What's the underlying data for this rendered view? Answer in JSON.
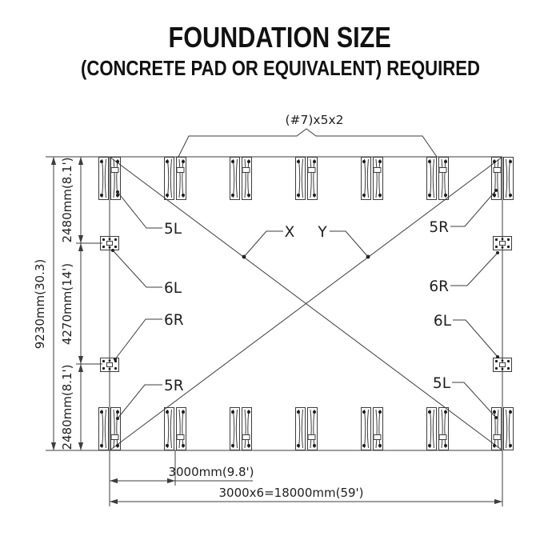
{
  "header": {
    "title": "FOUNDATION SIZE",
    "subtitle": "(CONCRETE PAD OR EQUIVALENT) REQUIRED"
  },
  "diagram": {
    "top_callout_label": "(#7)x5x2",
    "center_labels": {
      "x": "X",
      "y": "Y"
    },
    "part_labels": {
      "left": [
        "5L",
        "6L",
        "6R",
        "5R"
      ],
      "right": [
        "5R",
        "6R",
        "6L",
        "5L"
      ]
    },
    "dimensions": {
      "overall_height": "9230mm(30.3)",
      "top_bay_height": "2480mm(8.1')",
      "middle_bay_height": "4270mm(14')",
      "bottom_bay_height": "2480mm(8.1')",
      "bay_width": "3000mm(9.8')",
      "overall_width": "3000x6=18000mm(59')"
    },
    "colors": {
      "line": "#3d3d3d",
      "text": "#1f1f1f",
      "background": "#ffffff"
    }
  }
}
